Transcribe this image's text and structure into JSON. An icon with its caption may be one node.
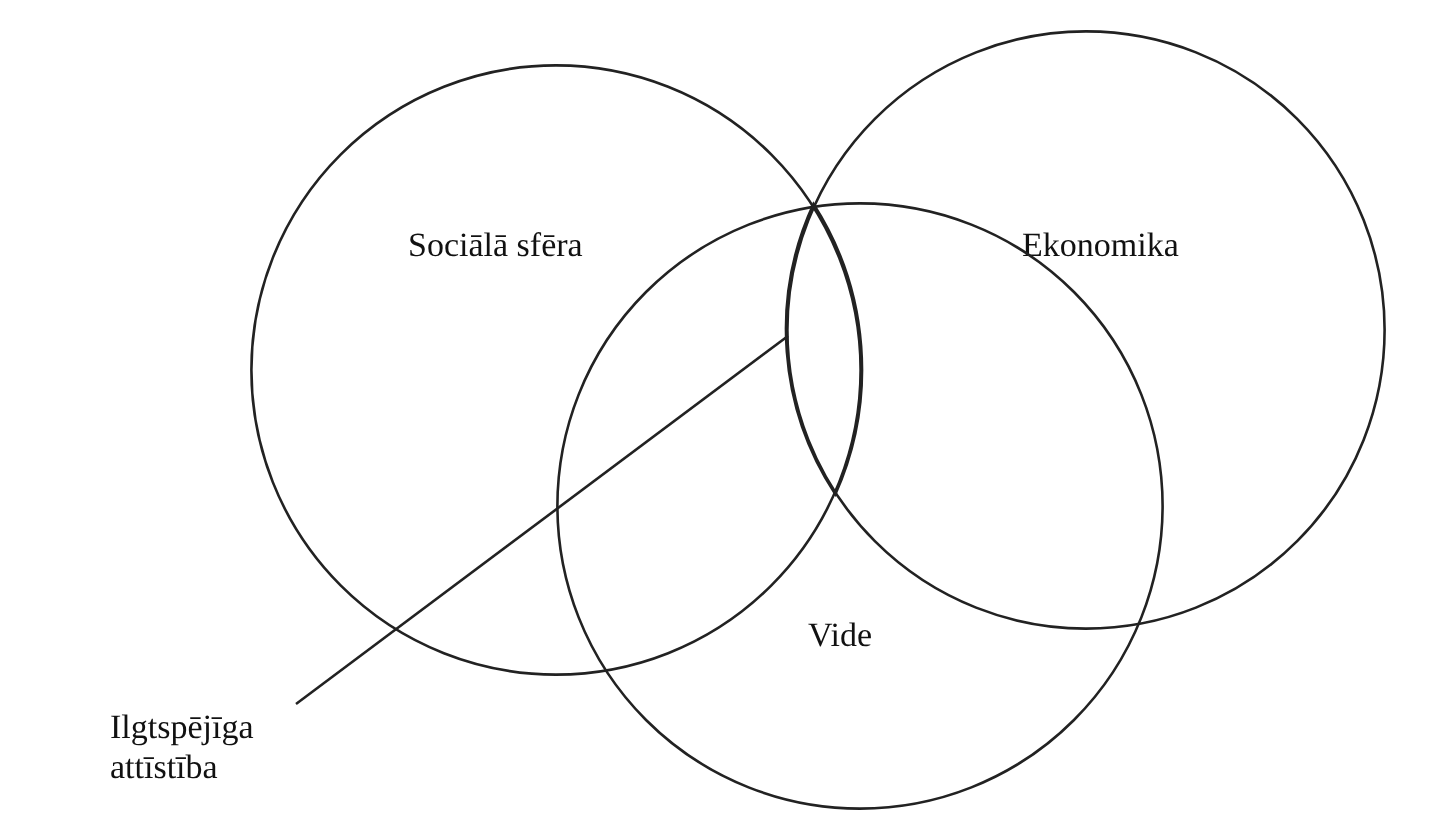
{
  "diagram": {
    "nodes": [
      {
        "text": [
          "Sociālā sfēra"
        ]
      },
      {
        "text": [
          "Ekonomika"
        ]
      },
      {
        "text": [
          "Vide"
        ]
      },
      {
        "text": [
          "Ilgtspējīga attīstība"
        ]
      },
      {
        "text": [],
        "shape": "region"
      }
    ],
    "edges": [
      {
        "from": 3,
        "to": 4,
        "arrow": "none"
      }
    ]
  }
}
